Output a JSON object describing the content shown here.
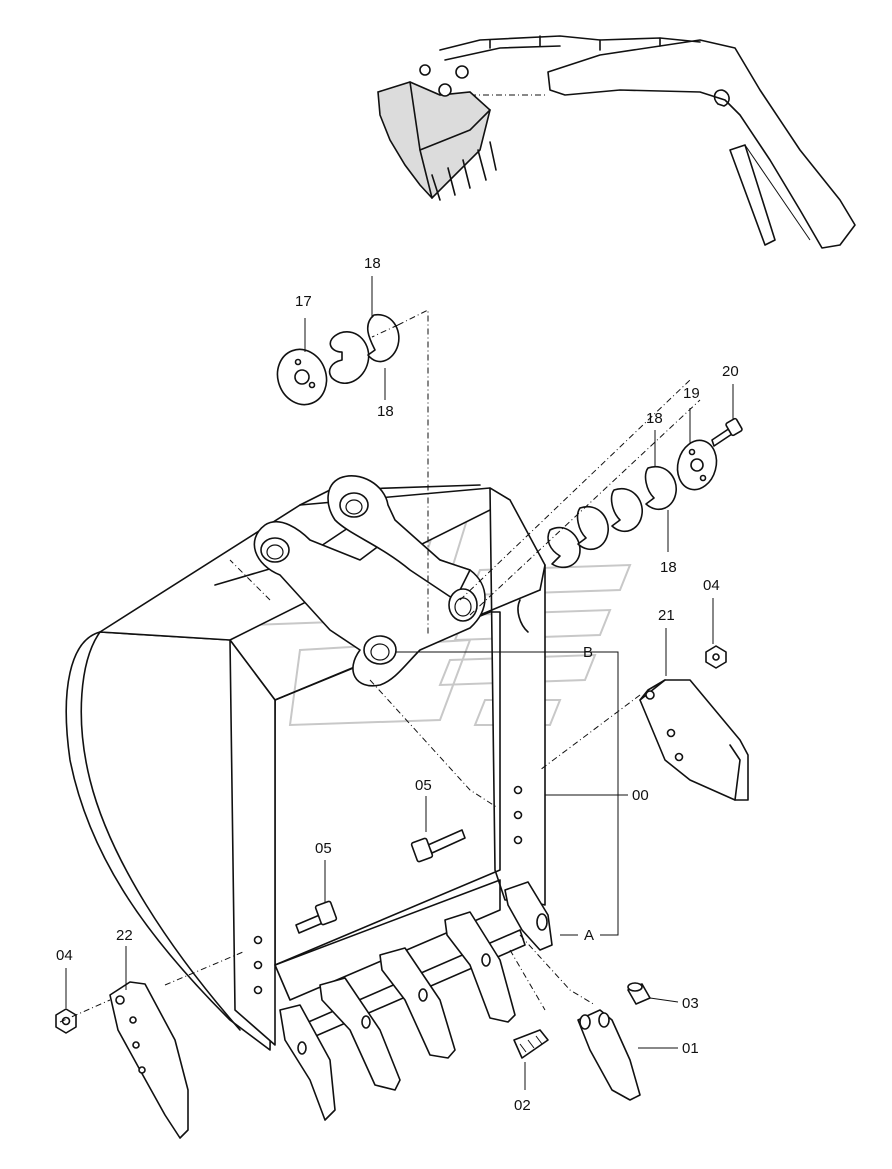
{
  "callouts": {
    "c00": "00",
    "c01": "01",
    "c02": "02",
    "c03": "03",
    "c04a": "04",
    "c04b": "04",
    "c05a": "05",
    "c05b": "05",
    "c17": "17",
    "c18a": "18",
    "c18b": "18",
    "c18c": "18",
    "c18d": "18",
    "c19": "19",
    "c20": "20",
    "c21": "21",
    "c22": "22",
    "cA": "A",
    "cB": "B"
  }
}
